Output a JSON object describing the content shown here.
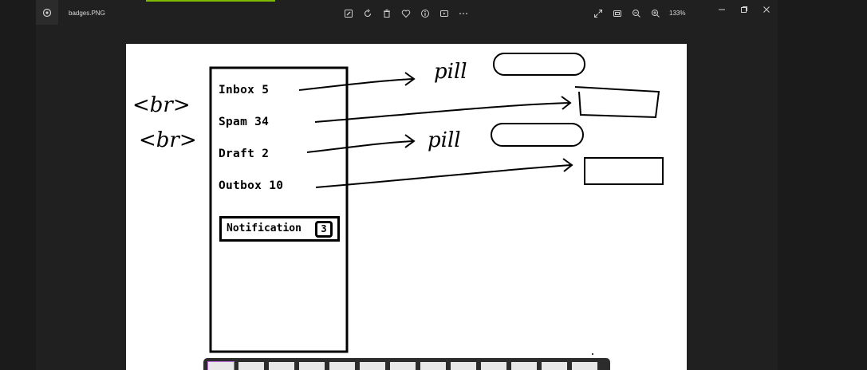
{
  "titlebar": {
    "file_name": "badges.PNG",
    "zoom_label": "133%"
  },
  "toolbar": {
    "icons": [
      "edit-image-icon",
      "rotate-icon",
      "delete-icon",
      "favorite-icon",
      "info-icon",
      "slideshow-icon",
      "more-icon"
    ]
  },
  "colors": {
    "accent_bar": "#7fba00",
    "window_bg": "#202020",
    "canvas_bg": "#ffffff",
    "filmstrip_selected": "#b46ad8"
  },
  "sketch": {
    "mailbox": {
      "items": [
        {
          "label": "Inbox",
          "count": "5"
        },
        {
          "label": "Spam",
          "count": "34"
        },
        {
          "label": "Draft",
          "count": "2"
        },
        {
          "label": "Outbox",
          "count": "10"
        }
      ],
      "notification_label": "Notification",
      "notification_count": "3"
    },
    "annotations": {
      "br_top": "<br>",
      "br_bottom": "<br>",
      "pill_top": "pill",
      "pill_bottom": "pill"
    }
  }
}
